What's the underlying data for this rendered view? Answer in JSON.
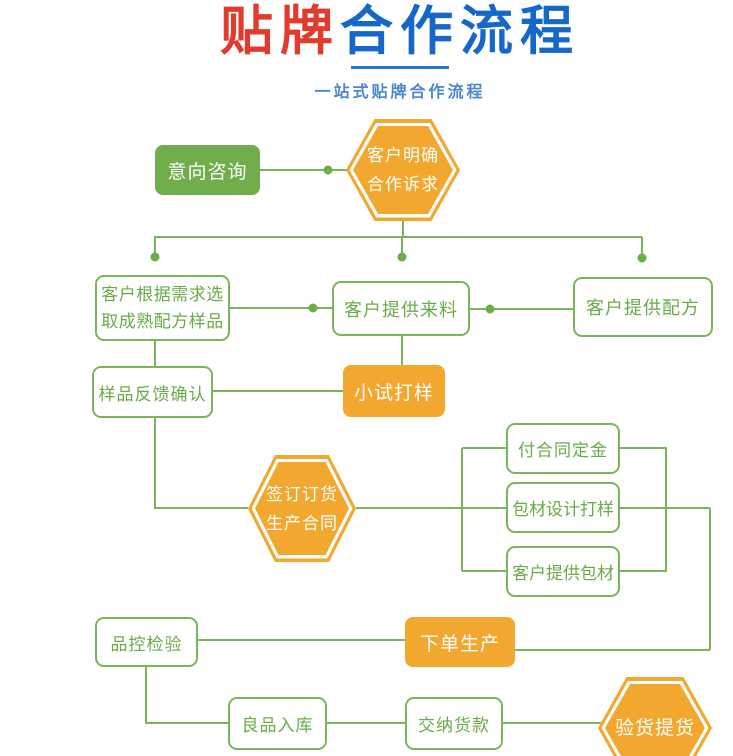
{
  "header": {
    "title_red": "贴牌",
    "title_blue": "合作流程",
    "subtitle": "一站式贴牌合作流程"
  },
  "colors": {
    "title_red": "#e23a2c",
    "title_blue": "#1568c9",
    "subtitle_blue": "#4c87cd",
    "line_green": "#7cb45a",
    "text_green": "#6aab48",
    "box_green_fill": "#6fae4b",
    "orange": "#f2a72e",
    "background": "#ffffff"
  },
  "nodes": {
    "intent": {
      "label": "意向咨询"
    },
    "hex_demand": {
      "line1": "客户明确",
      "line2": "合作诉求"
    },
    "select_formula": {
      "line1": "客户根据需求选",
      "line2": "取成熟配方样品"
    },
    "provide_material": {
      "label": "客户提供来料"
    },
    "provide_formula": {
      "label": "客户提供配方"
    },
    "sample_feedback": {
      "label": "样品反馈确认"
    },
    "trial_sample": {
      "label": "小试打样"
    },
    "hex_contract": {
      "line1": "签订订货",
      "line2": "生产合同"
    },
    "deposit": {
      "label": "付合同定金"
    },
    "package_design": {
      "label": "包材设计打样"
    },
    "provide_package": {
      "label": "客户提供包材"
    },
    "qc": {
      "label": "品控检验"
    },
    "order_production": {
      "label": "下单生产"
    },
    "warehouse": {
      "label": "良品入库"
    },
    "payment": {
      "label": "交纳货款"
    },
    "hex_pickup": {
      "label": "验货提货"
    }
  }
}
